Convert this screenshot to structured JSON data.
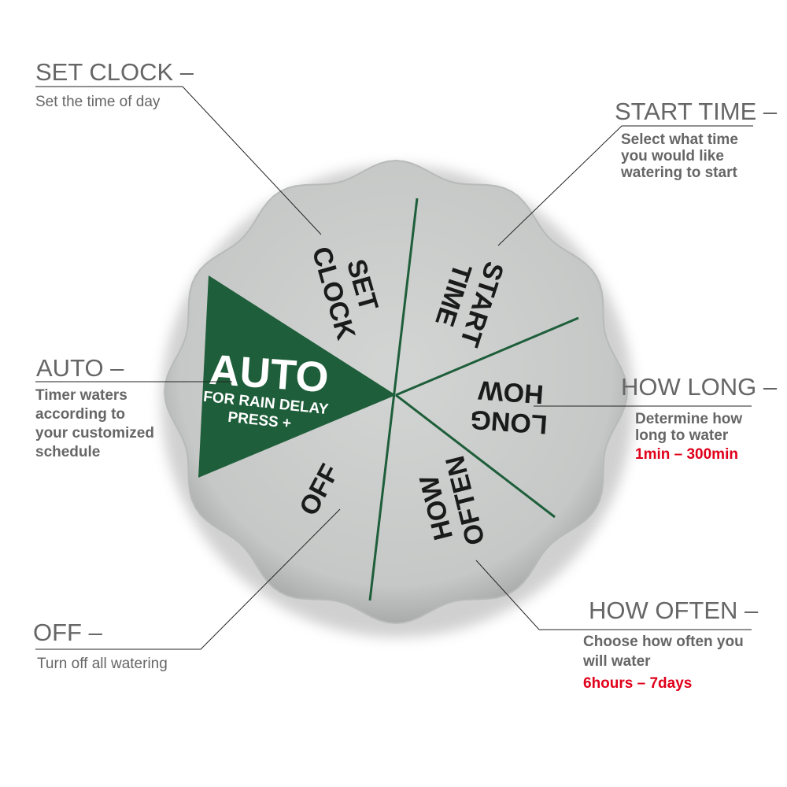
{
  "dial": {
    "auto_label": "AUTO",
    "auto_sub1": "FOR RAIN DELAY",
    "auto_sub2": "PRESS +",
    "set_clock": [
      "SET",
      "CLOCK"
    ],
    "start_time": [
      "START",
      "TIME"
    ],
    "how_long": [
      "HOW",
      "LONG"
    ],
    "how_often": [
      "HOW",
      "OFTEN"
    ],
    "off": "OFF",
    "colors": {
      "face": "#c9cbca",
      "accent": "#1e5e3a"
    }
  },
  "callouts": {
    "set_clock": {
      "title": "SET CLOCK –",
      "desc": "Set the time of day"
    },
    "start_time": {
      "title": "START TIME –",
      "desc": [
        "Select what time",
        "you would like",
        "watering to start"
      ]
    },
    "auto": {
      "title": "AUTO –",
      "desc": [
        "Timer waters",
        "according to",
        "your customized",
        "schedule"
      ]
    },
    "how_long": {
      "title": "HOW LONG –",
      "desc": [
        "Determine how",
        "long to water"
      ],
      "range": "1min – 300min"
    },
    "how_often": {
      "title": "HOW OFTEN –",
      "desc": [
        "Choose how often you",
        "will water"
      ],
      "range": "6hours – 7days"
    },
    "off": {
      "title": "OFF –",
      "desc": "Turn off all watering"
    }
  }
}
